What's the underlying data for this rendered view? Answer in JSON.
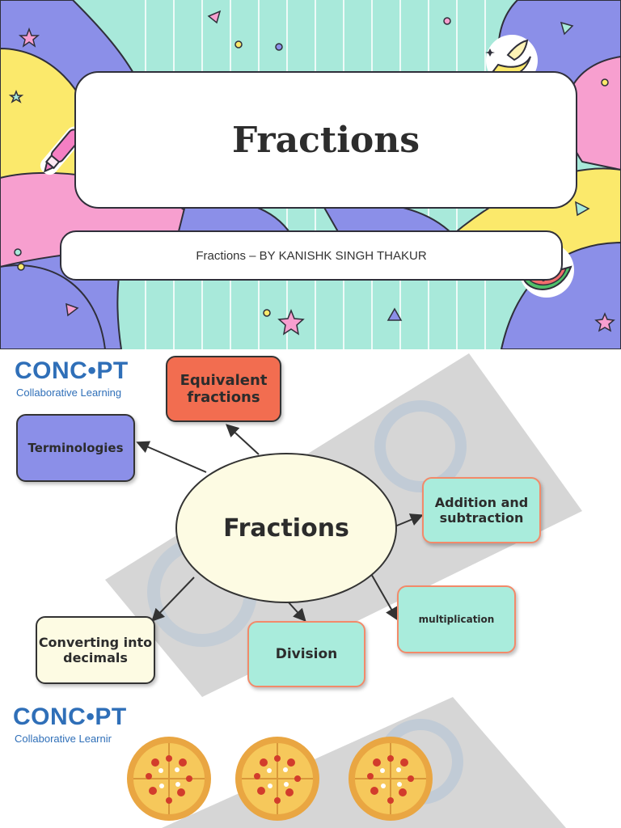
{
  "slide1": {
    "title": "Fractions",
    "subtitle": "Fractions  – BY KANISHK SINGH THAKUR"
  },
  "logo": {
    "main": "CONC•PT",
    "sub": "Collaborative Learning"
  },
  "logo_bottom": {
    "main": "CONC•PT",
    "sub": "Collaborative Learnir"
  },
  "mindmap": {
    "center": "Fractions",
    "nodes": {
      "equivalent": "Equivalent fractions",
      "terminologies": "Terminologies",
      "addition": "Addition and subtraction",
      "multiplication": "multiplication",
      "division": "Division",
      "decimals": "Converting into decimals"
    }
  },
  "colors": {
    "mint": "#a8e9da",
    "purple": "#8b8fe8",
    "pink": "#f79fcf",
    "yellow": "#fbe96b",
    "orange": "#f26d50",
    "cream": "#fdfbe3",
    "teal_box": "#a9ecdc",
    "logo_blue": "#2f6fb8"
  }
}
